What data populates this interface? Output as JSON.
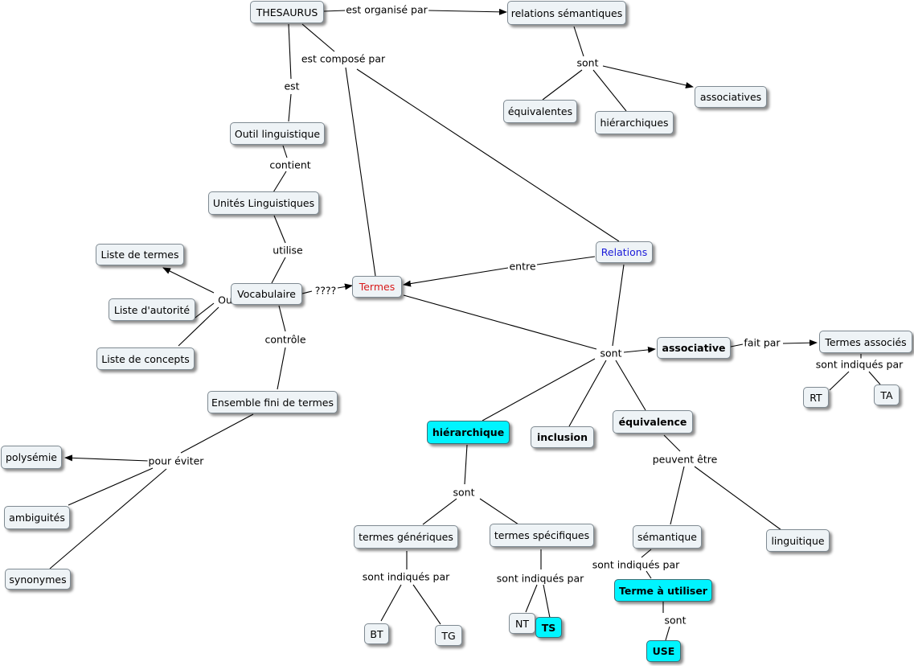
{
  "nodes": {
    "thesaurus": "THESAURUS",
    "relations_semantiques": "relations sémantiques",
    "equivalentes": "équivalentes",
    "hierarchiques": "hiérarchiques",
    "associatives": "associatives",
    "outil_linguistique": "Outil linguistique",
    "unites_linguistiques": "Unités Linguistiques",
    "liste_de_termes": "Liste de termes",
    "vocabulaire": "Vocabulaire",
    "liste_autorite": "Liste d'autorité",
    "liste_de_concepts": "Liste de concepts",
    "termes": "Termes",
    "relations": "Relations",
    "associative": "associative",
    "termes_associes": "Termes associés",
    "rt": "RT",
    "ta": "TA",
    "ensemble_fini": "Ensemble fini de termes",
    "polysemie": "polysémie",
    "ambiguites": "ambiguités",
    "synonymes": "synonymes",
    "hierarchique": "hiérarchique",
    "inclusion": "inclusion",
    "equivalence": "équivalence",
    "termes_generiques": "termes génériques",
    "termes_specifiques": "termes spécifiques",
    "semantique": "sémantique",
    "linguitique": "linguitique",
    "bt": "BT",
    "tg": "TG",
    "nt": "NT",
    "ts": "TS",
    "terme_a_utiliser": "Terme à utiliser",
    "use": "USE"
  },
  "links": {
    "est_organise_par": "est organisé par",
    "est_compose_par": "est composé par",
    "est": "est",
    "sont_rel": "sont",
    "contient": "contient",
    "utilise": "utilise",
    "ou": "Ou",
    "quatre_q": "????",
    "entre": "entre",
    "controle": "contrôle",
    "sont_types": "sont",
    "fait_par": "fait par",
    "sont_indiques_par_assoc": "sont indiqués par",
    "pour_eviter": "pour éviter",
    "peuvent_etre": "peuvent être",
    "sont_hier": "sont",
    "sont_indiques_par_gen": "sont indiqués par",
    "sont_indiques_par_spec": "sont indiqués par",
    "sont_indiques_par_sem": "sont indiqués par",
    "sont_use": "sont"
  }
}
